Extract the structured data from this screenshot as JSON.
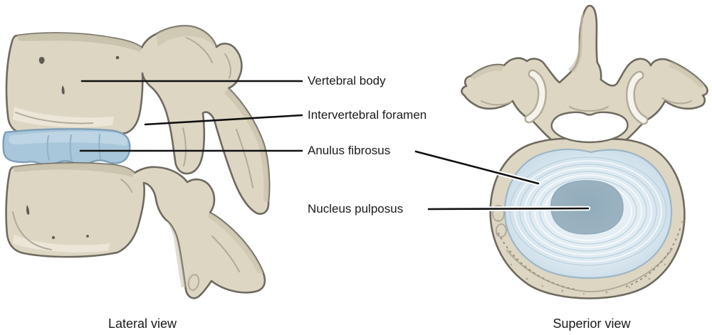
{
  "figure": {
    "labels": {
      "vertebral_body": "Vertebral body",
      "intervertebral_foramen": "Intervertebral foramen",
      "anulus_fibrosus": "Anulus fibrosus",
      "nucleus_pulposus": "Nucleus pulposus"
    },
    "captions": {
      "lateral": "Lateral view",
      "superior": "Superior view"
    }
  },
  "colors": {
    "background": "#ffffff",
    "bone_fill": "#ddd6c3",
    "bone_shade": "#c8c1ab",
    "bone_highlight": "#efeadd",
    "bone_outline": "#6e6a5f",
    "disc_fill": "#a9c7db",
    "disc_outline": "#7f9fb6",
    "anulus_outer": "#c3d8e5",
    "anulus_inner": "#eaf2f6",
    "ring_line": "#b7cfdd",
    "nucleus_fill": "#9bb3c1",
    "leader_line": "#111111",
    "label_text": "#1a1a1a"
  }
}
